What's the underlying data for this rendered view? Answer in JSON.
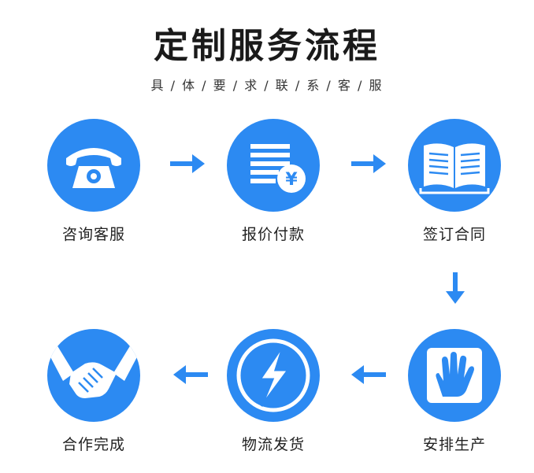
{
  "header": {
    "title": "定制服务流程",
    "subtitle": "具 / 体 / 要 / 求 / 联 / 系 / 客 / 服"
  },
  "steps": [
    {
      "label": "咨询客服",
      "icon": "telephone-icon"
    },
    {
      "label": "报价付款",
      "icon": "price-list-icon"
    },
    {
      "label": "签订合同",
      "icon": "open-book-icon"
    },
    {
      "label": "安排生产",
      "icon": "hand-icon"
    },
    {
      "label": "物流发货",
      "icon": "lightning-icon"
    },
    {
      "label": "合作完成",
      "icon": "handshake-icon"
    }
  ],
  "colors": {
    "accent": "#2c8af2",
    "text": "#222222",
    "background": "#ffffff"
  }
}
